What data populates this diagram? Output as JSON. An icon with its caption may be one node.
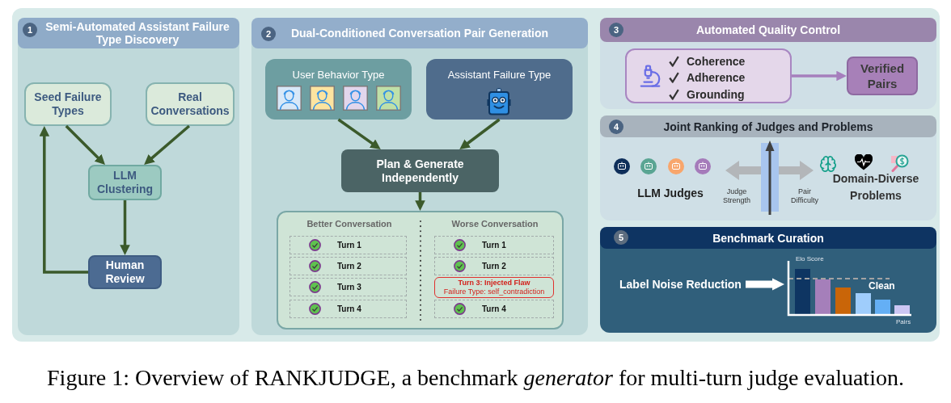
{
  "diagram": {
    "caption": "Figure 1: Overview of RANKJUDGE, a benchmark *generator* for multi-turn judge evaluation.",
    "nodes": [
      {
        "text": [
          "1",
          "Semi-Automated Assistant Failure Type Discovery"
        ]
      },
      {
        "text": [
          "Seed Failure Types"
        ],
        "in": 0
      },
      {
        "text": [
          "Real Conversations"
        ],
        "in": 0
      },
      {
        "text": [
          "LLM Clustering"
        ],
        "in": 0
      },
      {
        "text": [
          "Human Review"
        ],
        "in": 0
      },
      {
        "text": [
          "2",
          "Dual-Conditioned Conversation Pair Generation"
        ]
      },
      {
        "text": [
          "User Behavior Type"
        ],
        "in": 5
      },
      {
        "text": [
          "Assistant Failure Type"
        ],
        "in": 5
      },
      {
        "text": [
          "Plan & Generate Independently"
        ],
        "in": 5
      },
      {
        "text": [
          "Better Conversation",
          "Worse Conversation"
        ],
        "in": 5
      },
      {
        "text": [
          "Turn 1"
        ],
        "in": 9
      },
      {
        "text": [
          "Turn 2"
        ],
        "in": 9
      },
      {
        "text": [
          "Turn 3"
        ],
        "in": 9
      },
      {
        "text": [
          "Turn 4"
        ],
        "in": 9
      },
      {
        "text": [
          "Turn 1"
        ],
        "in": 9
      },
      {
        "text": [
          "Turn 2"
        ],
        "in": 9
      },
      {
        "text": [
          "Turn 3: Injected Flaw",
          "Failure Type: self_contradiction"
        ],
        "in": 9
      },
      {
        "text": [
          "Turn 4"
        ],
        "in": 9
      },
      {
        "text": [
          "3",
          "Automated Quality Control"
        ]
      },
      {
        "text": [
          "Coherence",
          "Adherence",
          "Grounding"
        ],
        "in": 18
      },
      {
        "text": [
          "Verified Pairs"
        ],
        "in": 18
      },
      {
        "text": [
          "4",
          "Joint Ranking of Judges and Problems"
        ]
      },
      {
        "text": [
          "5",
          "Benchmark Curation"
        ]
      },
      {
        "text": [
          "Label Noise Reduction"
        ],
        "in": 22
      },
      {
        "text": [
          "Elo Score",
          "Clean",
          "Pairs"
        ],
        "in": 22
      }
    ],
    "edges": [
      {
        "from": 1,
        "to": 3,
        "arrow": "to"
      },
      {
        "from": 2,
        "to": 3,
        "arrow": "to"
      },
      {
        "from": 3,
        "to": 4,
        "arrow": "to"
      },
      {
        "from": 4,
        "to": 1,
        "arrow": "to"
      },
      {
        "from": 6,
        "to": 8,
        "arrow": "to"
      },
      {
        "from": 7,
        "to": 8,
        "arrow": "to"
      },
      {
        "from": 8,
        "to": 9,
        "arrow": "to"
      },
      {
        "from": 19,
        "to": 20,
        "arrow": "to",
        "color": "#a67fbd"
      },
      {
        "from": 23,
        "to": 24,
        "arrow": "to",
        "style": "thick",
        "color": "#ffffff"
      }
    ],
    "labels": [
      "LLM Judges",
      "Judge Strength",
      "Pair Difficulty",
      "Domain-Diverse Problems"
    ]
  }
}
